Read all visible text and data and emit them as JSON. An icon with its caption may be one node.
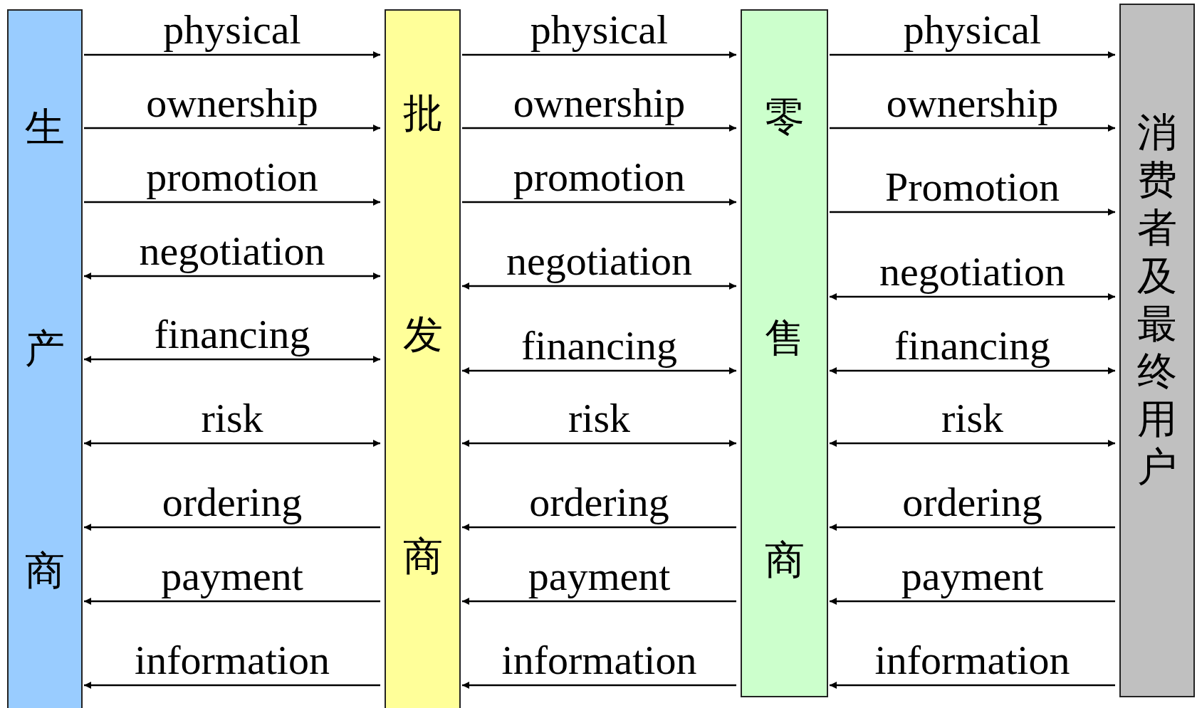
{
  "diagram": {
    "nodes": [
      {
        "text": [
          "生",
          "产",
          "商"
        ]
      },
      {
        "text": [
          "批",
          "发",
          "商"
        ]
      },
      {
        "text": [
          "零",
          "售",
          "商"
        ]
      },
      {
        "text": [
          "消费者及最终用户"
        ]
      }
    ],
    "edges": [
      {
        "from": 0,
        "to": 1,
        "arrow": "to",
        "label": "physical"
      },
      {
        "from": 0,
        "to": 1,
        "arrow": "to",
        "label": "ownership"
      },
      {
        "from": 0,
        "to": 1,
        "arrow": "to",
        "label": "promotion"
      },
      {
        "from": 0,
        "to": 1,
        "arrow": "both",
        "label": "negotiation"
      },
      {
        "from": 0,
        "to": 1,
        "arrow": "both",
        "label": "financing"
      },
      {
        "from": 0,
        "to": 1,
        "arrow": "both",
        "label": "risk"
      },
      {
        "from": 1,
        "to": 0,
        "arrow": "to",
        "label": "ordering"
      },
      {
        "from": 1,
        "to": 0,
        "arrow": "to",
        "label": "payment"
      },
      {
        "from": 1,
        "to": 0,
        "arrow": "to",
        "label": "information"
      },
      {
        "from": 1,
        "to": 2,
        "arrow": "to",
        "label": "physical"
      },
      {
        "from": 1,
        "to": 2,
        "arrow": "to",
        "label": "ownership"
      },
      {
        "from": 1,
        "to": 2,
        "arrow": "to",
        "label": "promotion"
      },
      {
        "from": 1,
        "to": 2,
        "arrow": "both",
        "label": "negotiation"
      },
      {
        "from": 1,
        "to": 2,
        "arrow": "both",
        "label": "financing"
      },
      {
        "from": 1,
        "to": 2,
        "arrow": "both",
        "label": "risk"
      },
      {
        "from": 2,
        "to": 1,
        "arrow": "to",
        "label": "ordering"
      },
      {
        "from": 2,
        "to": 1,
        "arrow": "to",
        "label": "payment"
      },
      {
        "from": 2,
        "to": 1,
        "arrow": "to",
        "label": "information"
      },
      {
        "from": 2,
        "to": 3,
        "arrow": "to",
        "label": "physical"
      },
      {
        "from": 2,
        "to": 3,
        "arrow": "to",
        "label": "ownership"
      },
      {
        "from": 2,
        "to": 3,
        "arrow": "to",
        "label": "Promotion"
      },
      {
        "from": 2,
        "to": 3,
        "arrow": "both",
        "label": "negotiation"
      },
      {
        "from": 2,
        "to": 3,
        "arrow": "both",
        "label": "financing"
      },
      {
        "from": 2,
        "to": 3,
        "arrow": "both",
        "label": "risk"
      },
      {
        "from": 3,
        "to": 2,
        "arrow": "to",
        "label": "ordering"
      },
      {
        "from": 3,
        "to": 2,
        "arrow": "to",
        "label": "payment"
      },
      {
        "from": 3,
        "to": 2,
        "arrow": "to",
        "label": "information"
      }
    ]
  }
}
